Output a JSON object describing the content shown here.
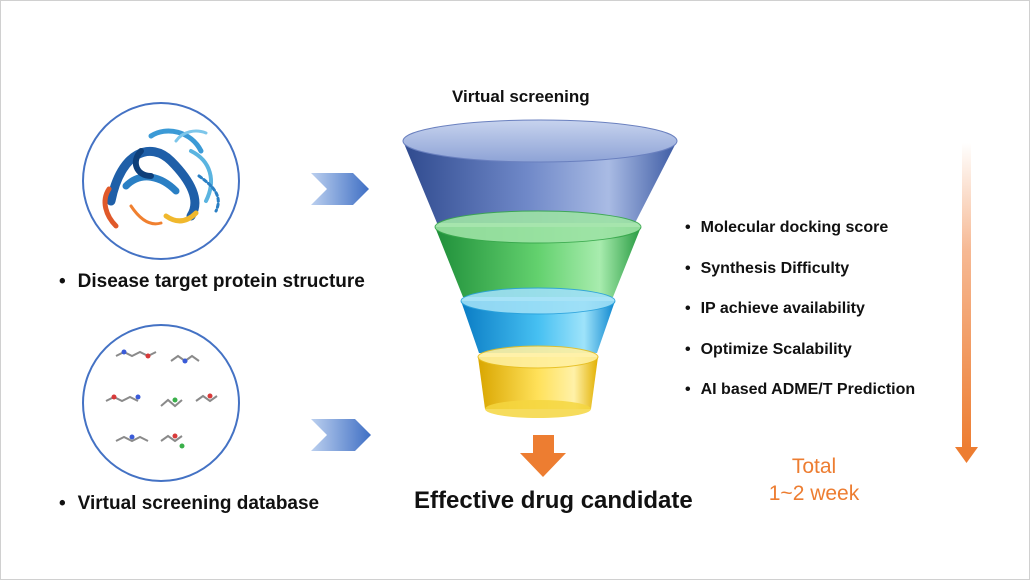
{
  "inputs": {
    "protein_label": "Disease target protein structure",
    "database_label": "Virtual screening database"
  },
  "funnel": {
    "title": "Virtual screening",
    "stage_colors": [
      "#5a72b8",
      "#37b24d",
      "#1c9be0",
      "#f2c200"
    ]
  },
  "criteria": [
    "Molecular docking score",
    "Synthesis Difficulty",
    "IP achieve availability",
    "Optimize Scalability",
    "AI based ADME/T Prediction"
  ],
  "result": {
    "label": "Effective drug candidate"
  },
  "timeline": {
    "line1": "Total",
    "line2": "1~2 week",
    "color": "#ed7d31"
  },
  "colors": {
    "circle_border": "#4472c4",
    "chevron": "#4a78c8",
    "arrow": "#ed7d31"
  },
  "bullet": "•"
}
